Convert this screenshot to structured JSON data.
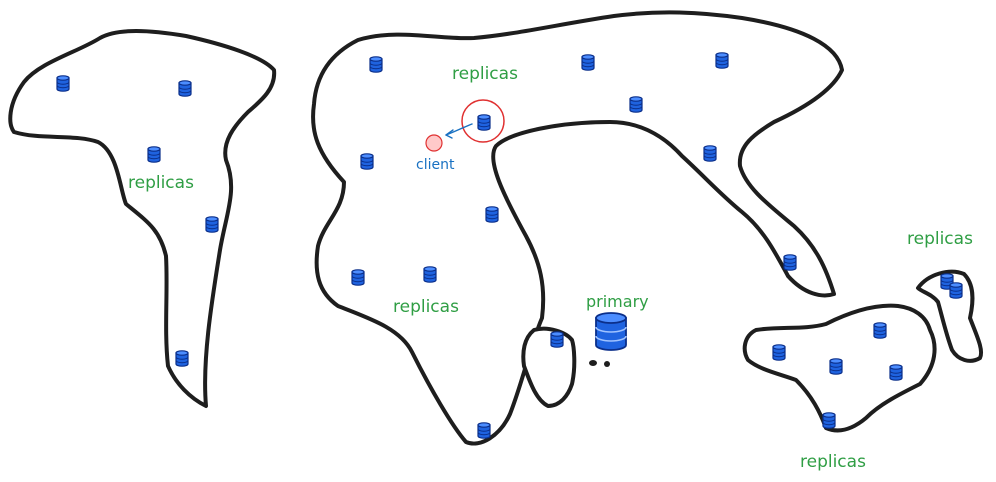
{
  "labels": {
    "replicas": "replicas",
    "client": "client",
    "primary": "primary"
  },
  "colors": {
    "outline": "#1e1e1e",
    "db_fill": "#1f63e0",
    "db_stroke": "#0b2f8a",
    "replica_label": "#2f9e44",
    "client_label": "#1971c2",
    "client_dot": "#ffc9c9",
    "client_ring": "#e03131"
  },
  "icons": {
    "replica": "database-cylinder-icon",
    "primary": "database-cylinder-icon",
    "client": "circle-dot-icon"
  }
}
